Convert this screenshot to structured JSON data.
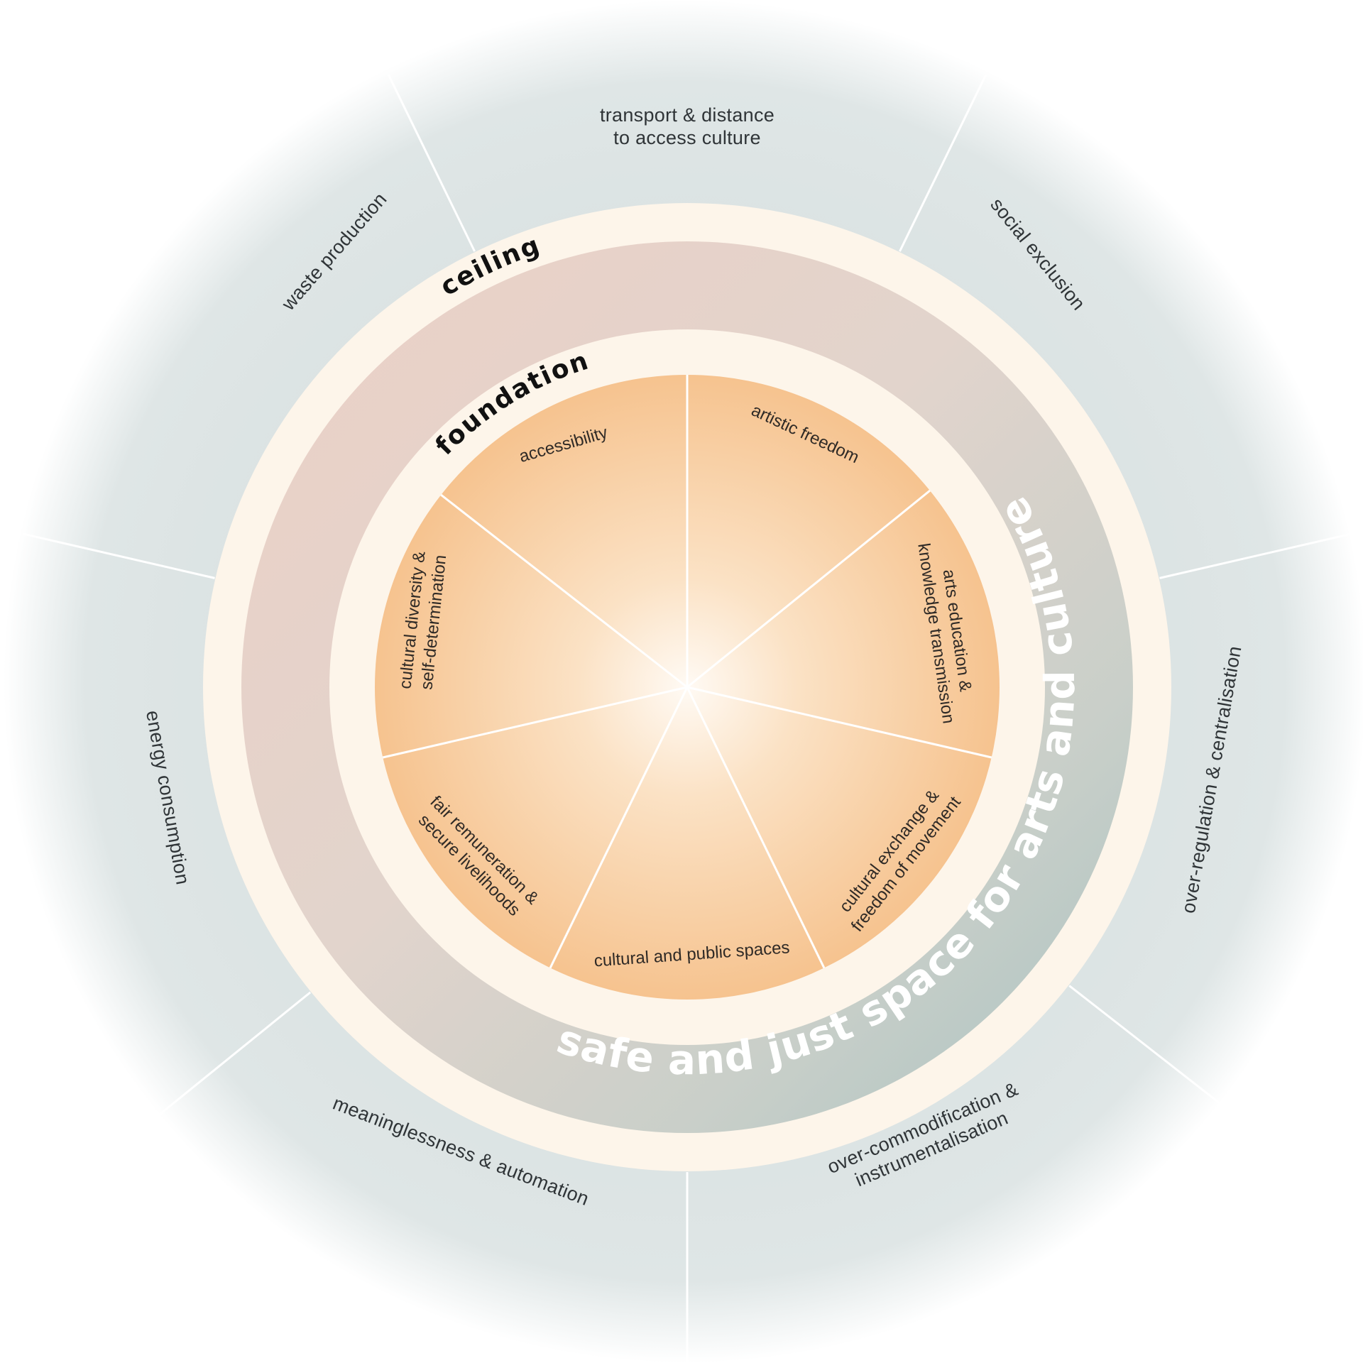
{
  "diagram": {
    "ceiling_label": "ceiling",
    "foundation_label": "foundation",
    "band_label": "safe and just space for arts and culture",
    "ceiling_sectors": [
      {
        "lines": [
          "transport & distance",
          "to access culture"
        ]
      },
      {
        "lines": [
          "social exclusion"
        ]
      },
      {
        "lines": [
          "over-regulation & centralisation"
        ]
      },
      {
        "lines": [
          "over-commodification &",
          "instrumentalisation"
        ]
      },
      {
        "lines": [
          "meaninglessness & automation"
        ]
      },
      {
        "lines": [
          "energy consumption"
        ]
      },
      {
        "lines": [
          "waste production"
        ]
      }
    ],
    "foundation_sectors": [
      {
        "lines": [
          "accessibility"
        ]
      },
      {
        "lines": [
          "artistic freedom"
        ]
      },
      {
        "lines": [
          "arts education &",
          "knowledge transmission"
        ]
      },
      {
        "lines": [
          "cultural exchange &",
          "freedom of movement"
        ]
      },
      {
        "lines": [
          "cultural and public spaces"
        ]
      },
      {
        "lines": [
          "fair remuneration &",
          "secure livelihoods"
        ]
      },
      {
        "lines": [
          "cultural diversity &",
          "self-determination"
        ]
      }
    ],
    "colors": {
      "outer_ring": "#d9e1e1",
      "cream": "#fdf5ea",
      "band_warm": "#ead0c6",
      "band_cool": "#b4c8c6",
      "foundation_edge": "#f5c08a",
      "foundation_center": "#fffaf4",
      "divider": "#ffffff"
    }
  }
}
